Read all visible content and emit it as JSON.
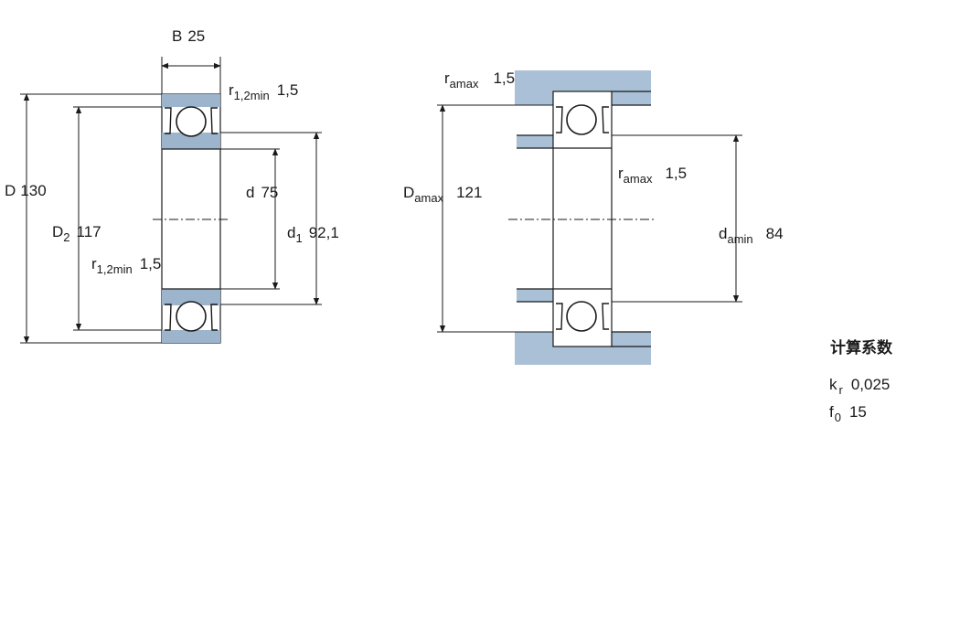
{
  "colors": {
    "bearing_fill": "#9cb4cc",
    "abutment_fill": "#a9c0d6",
    "line": "#1a1a1a",
    "background": "#ffffff"
  },
  "bearing": {
    "B": {
      "symbol": "B",
      "value": "25"
    },
    "D": {
      "symbol": "D",
      "value": "130"
    },
    "D2": {
      "symbol": "D",
      "sub": "2",
      "value": "117"
    },
    "d": {
      "symbol": "d",
      "value": "75"
    },
    "d1": {
      "symbol": "d",
      "sub": "1",
      "value": "92,1"
    },
    "r12_top": {
      "symbol": "r",
      "sub": "1,2min",
      "value": "1,5"
    },
    "r12_bottom": {
      "symbol": "r",
      "sub": "1,2min",
      "value": "1,5"
    }
  },
  "abutment": {
    "ra_top": {
      "symbol": "r",
      "sub": "amax",
      "value": "1,5"
    },
    "ra_mid": {
      "symbol": "r",
      "sub": "amax",
      "value": "1,5"
    },
    "Da": {
      "symbol": "D",
      "sub": "amax",
      "value": "121"
    },
    "da": {
      "symbol": "d",
      "sub": "amin",
      "value": "84"
    }
  },
  "factors": {
    "heading": "计算系数",
    "kr": {
      "symbol": "k",
      "sub": "r",
      "value": "0,025"
    },
    "f0": {
      "symbol": "f",
      "sub": "0",
      "value": "15"
    }
  }
}
